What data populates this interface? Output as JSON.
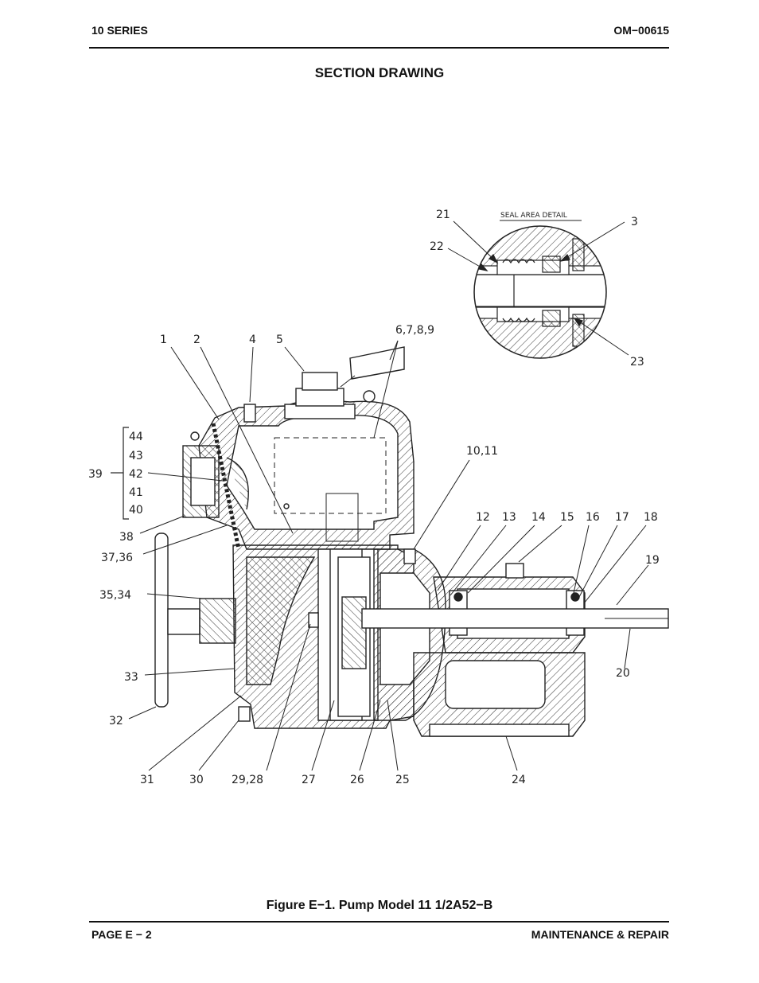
{
  "header": {
    "left": "10 SERIES",
    "right": "OM−00615"
  },
  "section_title": "SECTION DRAWING",
  "detail_title": "SEAL AREA DETAIL",
  "callouts": {
    "c21": "21",
    "c22": "22",
    "c3": "3",
    "c23": "23",
    "c1": "1",
    "c2": "2",
    "c4": "4",
    "c5": "5",
    "c6789": "6,7,8,9",
    "c1011": "10,11",
    "c12": "12",
    "c13": "13",
    "c14": "14",
    "c15": "15",
    "c16": "16",
    "c17": "17",
    "c18": "18",
    "c19": "19",
    "c20": "20",
    "c44": "44",
    "c43": "43",
    "c42": "42",
    "c41": "41",
    "c40": "40",
    "c39": "39",
    "c38": "38",
    "c3736": "37,36",
    "c3534": "35,34",
    "c33": "33",
    "c32": "32",
    "c31": "31",
    "c30": "30",
    "c2928": "29,28",
    "c27": "27",
    "c26": "26",
    "c25": "25",
    "c24": "24"
  },
  "caption": "Figure E−1.  Pump Model 11 1/2A52−B",
  "footer": {
    "left": "PAGE E − 2",
    "right": "MAINTENANCE & REPAIR"
  }
}
